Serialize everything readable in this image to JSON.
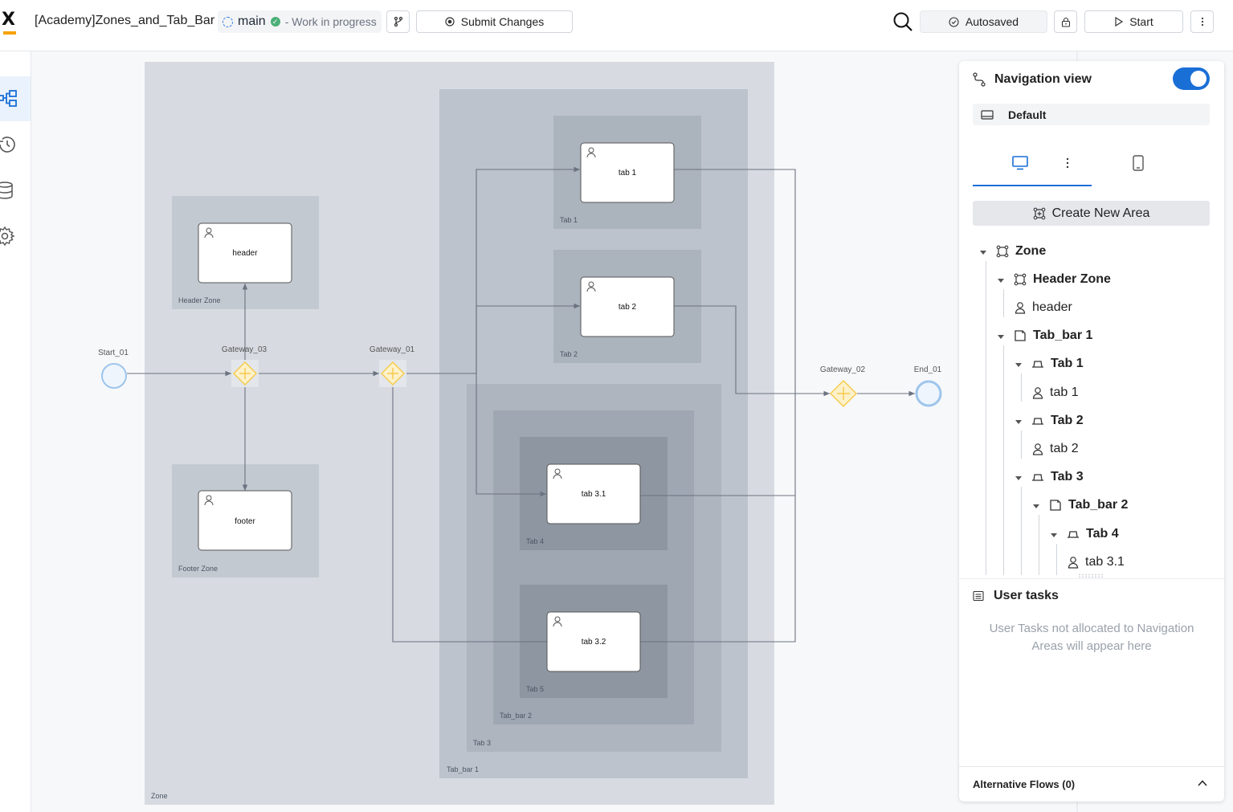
{
  "header": {
    "title": "[Academy]Zones_and_Tab_Bar",
    "branch": "main",
    "branch_status": "- Work in progress",
    "submit_label": "Submit Changes",
    "autosave_label": "Autosaved",
    "start_label": "Start"
  },
  "rail": {
    "items": [
      "process-icon",
      "history-icon",
      "database-icon",
      "settings-icon"
    ]
  },
  "diagram": {
    "zones": {
      "zone": "Zone",
      "header_zone": "Header Zone",
      "footer_zone": "Footer Zone",
      "tab_bar_1": "Tab_bar 1",
      "tab_1": "Tab 1",
      "tab_2": "Tab 2",
      "tab_3": "Tab 3",
      "tab_bar_2": "Tab_bar 2",
      "tab_4": "Tab 4",
      "tab_5": "Tab 5"
    },
    "tasks": {
      "header": "header",
      "footer": "footer",
      "tab1": "tab 1",
      "tab2": "tab 2",
      "tab31": "tab 3.1",
      "tab32": "tab 3.2"
    },
    "events": {
      "start": "Start_01",
      "end": "End_01",
      "gw1": "Gateway_01",
      "gw2": "Gateway_02",
      "gw3": "Gateway_03"
    }
  },
  "panel": {
    "nav_title": "Navigation view",
    "nav_enabled": true,
    "platform_label": "Default",
    "create_area_label": "Create New Area",
    "tree": [
      {
        "label": "Zone",
        "type": "zone",
        "bold": true
      },
      {
        "label": "Header Zone",
        "type": "zone",
        "bold": true
      },
      {
        "label": "header",
        "type": "user-task",
        "bold": false
      },
      {
        "label": "Tab_bar 1",
        "type": "tab-bar",
        "bold": true
      },
      {
        "label": "Tab 1",
        "type": "tab",
        "bold": true
      },
      {
        "label": "tab 1",
        "type": "user-task",
        "bold": false
      },
      {
        "label": "Tab 2",
        "type": "tab",
        "bold": true
      },
      {
        "label": "tab 2",
        "type": "user-task",
        "bold": false
      },
      {
        "label": "Tab 3",
        "type": "tab",
        "bold": true
      },
      {
        "label": "Tab_bar 2",
        "type": "tab-bar",
        "bold": true
      },
      {
        "label": "Tab 4",
        "type": "tab",
        "bold": true
      },
      {
        "label": "tab 3.1",
        "type": "user-task",
        "bold": false
      }
    ],
    "user_tasks_title": "User tasks",
    "user_tasks_empty": "User Tasks not allocated to Navigation Areas will appear here",
    "alt_flows_label": "Alternative Flows (0)"
  },
  "colors": {
    "accent": "#1a6fd6",
    "gateway": "#f5c94a",
    "event": "#9ec5ec"
  }
}
